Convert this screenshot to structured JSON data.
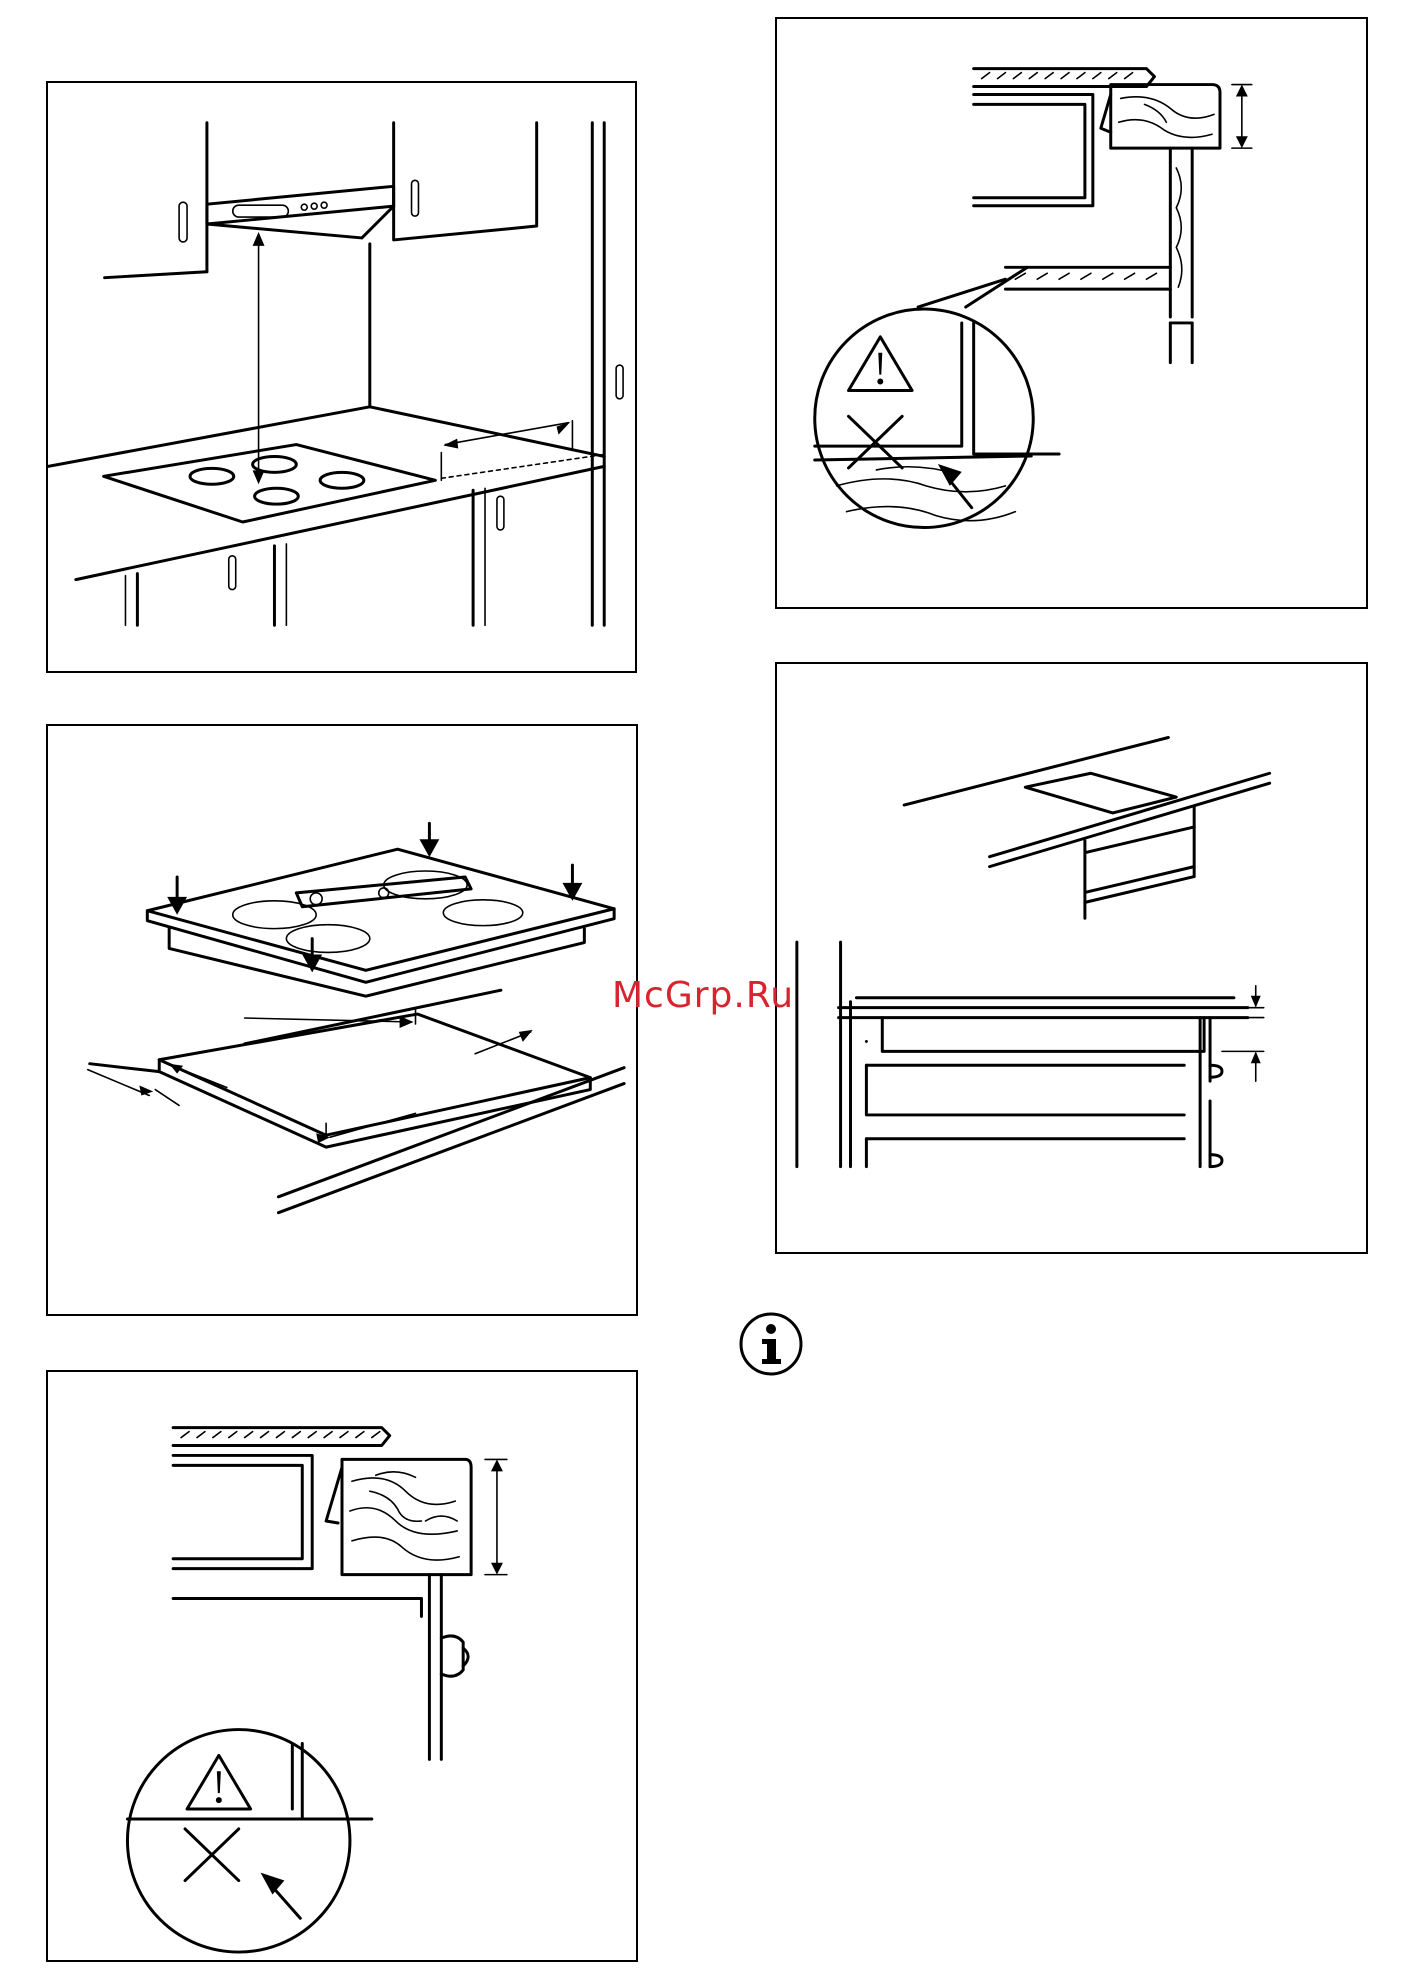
{
  "watermark": {
    "text": "McGrp.Ru",
    "color": "#d9232e"
  },
  "figures": [
    {
      "id": "fig-hood-clearance",
      "icon": "range-hood-hob-distance"
    },
    {
      "id": "fig-hob-levelling-seal",
      "icon": "hob-spirit-level-seal"
    },
    {
      "id": "fig-worktop-edge-warning",
      "icon": "worktop-edge-warning"
    },
    {
      "id": "fig-worktop-support-warning",
      "icon": "worktop-support-warning"
    },
    {
      "id": "fig-installation-gaps",
      "icon": "hob-drawer-gap"
    }
  ],
  "info_icon": {
    "name": "info-icon"
  }
}
